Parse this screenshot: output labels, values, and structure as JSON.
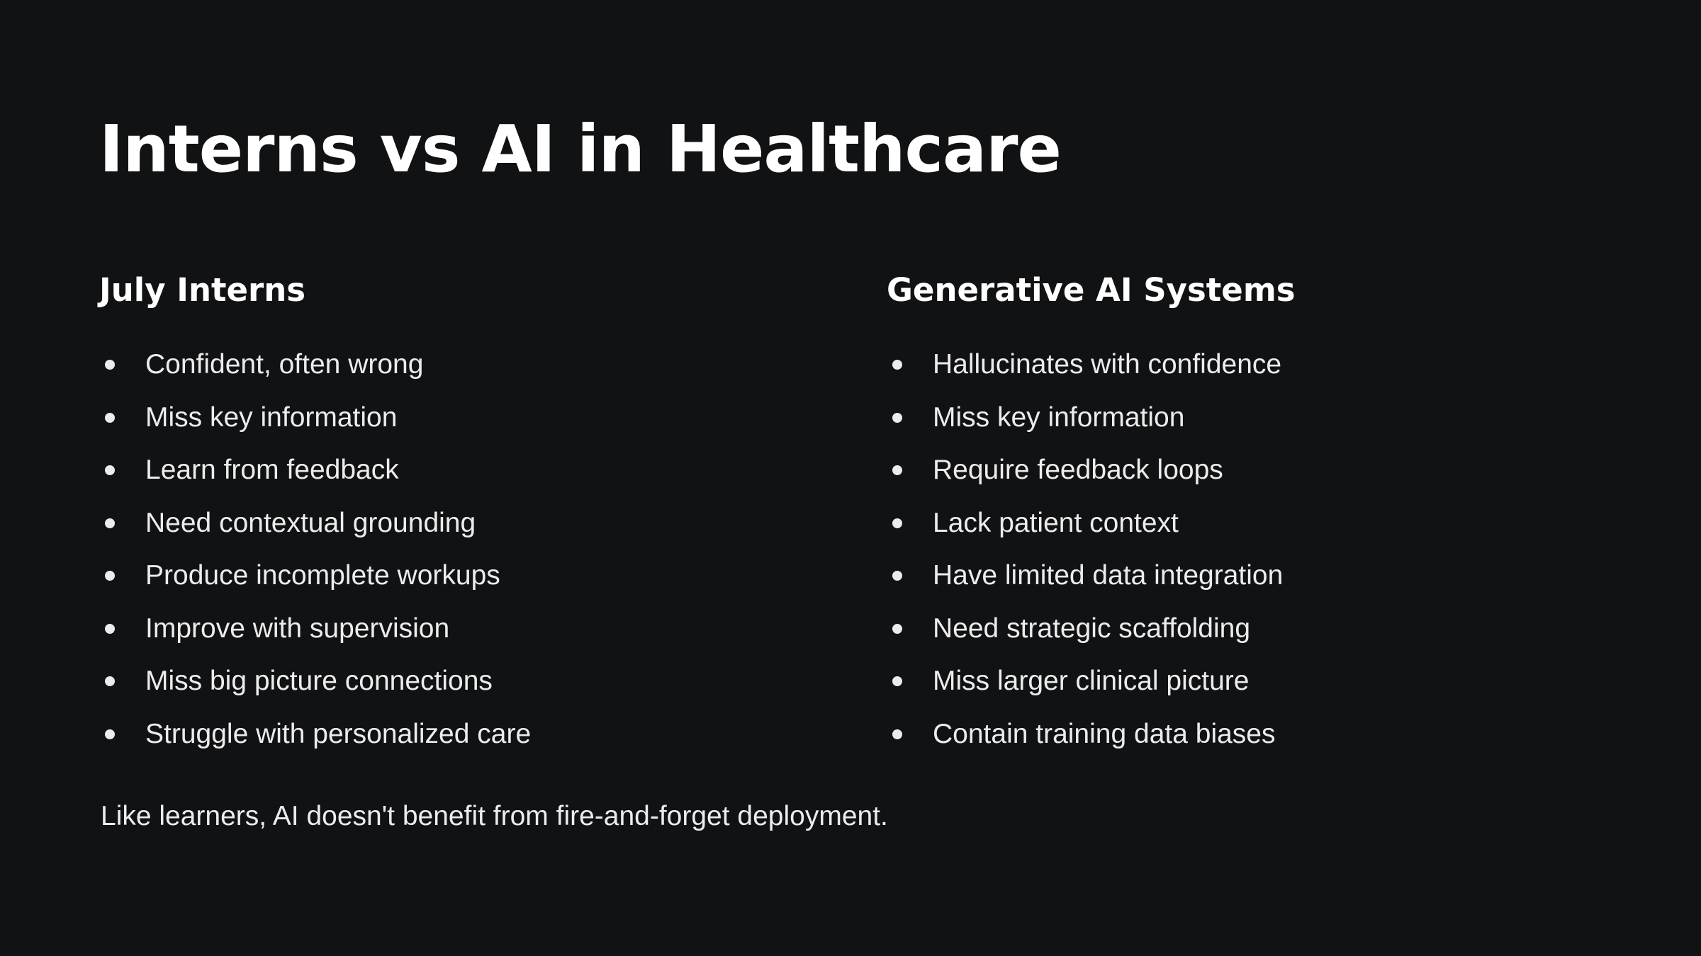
{
  "slide": {
    "title": "Interns vs AI in Healthcare",
    "left_column": {
      "heading": "July Interns",
      "items": [
        "Confident, often wrong",
        "Miss key information",
        "Learn from feedback",
        "Need contextual grounding",
        "Produce incomplete workups",
        "Improve with supervision",
        "Miss big picture connections",
        "Struggle with personalized care"
      ]
    },
    "right_column": {
      "heading": "Generative AI Systems",
      "items": [
        "Hallucinates with confidence",
        "Miss key information",
        "Require feedback loops",
        "Lack patient context",
        "Have limited data integration",
        "Need strategic scaffolding",
        "Miss larger clinical picture",
        "Contain training data biases"
      ]
    },
    "footer_note": "Like learners, AI doesn't benefit from fire-and-forget deployment."
  }
}
